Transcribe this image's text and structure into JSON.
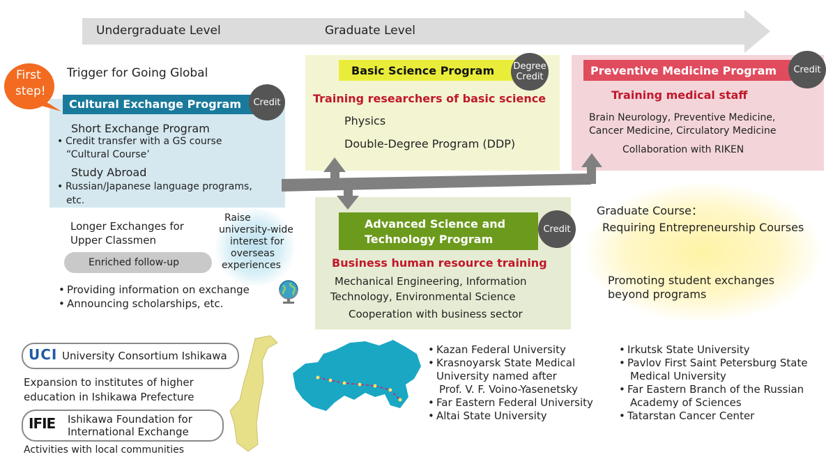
{
  "levels": {
    "undergrad": "Undergraduate Level",
    "graduate": "Graduate Level"
  },
  "first_step": [
    "First",
    "step!"
  ],
  "trigger": "Trigger for Going Global",
  "cultural": {
    "title": "Cultural Exchange Program",
    "credit": "Credit",
    "short_exchange": "Short Exchange Program",
    "short_bullets": [
      "Credit transfer with a GS course",
      "“Cultural Course’"
    ],
    "study_abroad": "Study Abroad",
    "abroad_bullets": [
      "Russian/Japanese language programs,",
      "etc."
    ]
  },
  "basic": {
    "title": "Basic Science Program",
    "badge": [
      "Degree",
      "Credit"
    ],
    "subtitle": "Training researchers of basic science",
    "items": [
      "Physics",
      "Double-Degree Program (DDP)"
    ]
  },
  "preventive": {
    "title": "Preventive Medicine Program",
    "credit": "Credit",
    "subtitle": "Training medical staff",
    "fields": [
      "Brain Neurology, Preventive Medicine,",
      "Cancer Medicine, Circulatory Medicine"
    ],
    "collab": "Collaboration with RIKEN"
  },
  "advanced": {
    "title": [
      "Advanced Science and",
      "Technology Program"
    ],
    "credit": "Credit",
    "subtitle": "Business human resource training",
    "fields": [
      "Mechanical Engineering, Information",
      "Technology, Environmental Science"
    ],
    "coop": "Cooperation with business sector"
  },
  "longer": [
    "Longer Exchanges for",
    "Upper Classmen"
  ],
  "enriched": "Enriched follow-up",
  "raise": [
    "Raise",
    "university-wide",
    "interest for",
    "overseas",
    "experiences"
  ],
  "info_bullets": [
    "Providing information on exchange",
    "Announcing  scholarships, etc."
  ],
  "grad_course": {
    "line1": "Graduate Course：",
    "line2": "Requiring Entrepreneurship Courses",
    "promo": [
      "Promoting student exchanges",
      "beyond programs"
    ]
  },
  "uci": {
    "logo": "UCI",
    "name": "University Consortium Ishikawa"
  },
  "expansion": [
    "Expansion to institutes of higher",
    "education in Ishikawa Prefecture"
  ],
  "ifie": {
    "logo": "IFIE",
    "name": [
      "Ishikawa Foundation for",
      "International Exchange"
    ]
  },
  "activities": "Activities with local communities",
  "universities_col1": [
    [
      "Kazan Federal University"
    ],
    [
      "Krasnoyarsk State Medical",
      "University named after",
      "Prof. V. F. Voino-Yasenetsky"
    ],
    [
      "Far Eastern Federal University"
    ],
    [
      "Altai State University"
    ]
  ],
  "universities_col2": [
    [
      "Irkutsk State University"
    ],
    [
      "Pavlov First Saint Petersburg State",
      "Medical University"
    ],
    [
      "Far Eastern Branch of the Russian",
      "Academy of Sciences"
    ],
    [
      "Tatarstan Cancer Center"
    ]
  ],
  "colors": {
    "cultural_bg": "#d5e8f0",
    "cultural_bar": "#1a7a9c",
    "basic_bg": "#f3f5d2",
    "basic_bar": "#e9ed3a",
    "preventive_bg": "#f3d5d9",
    "preventive_bar": "#e04b5e",
    "advanced_bg": "#e6ecd3",
    "advanced_bar": "#6c9a1c",
    "orange": "#f26b21",
    "accent_red": "#c0182b",
    "map": "#1aa7c4",
    "arrow": "#808080"
  }
}
